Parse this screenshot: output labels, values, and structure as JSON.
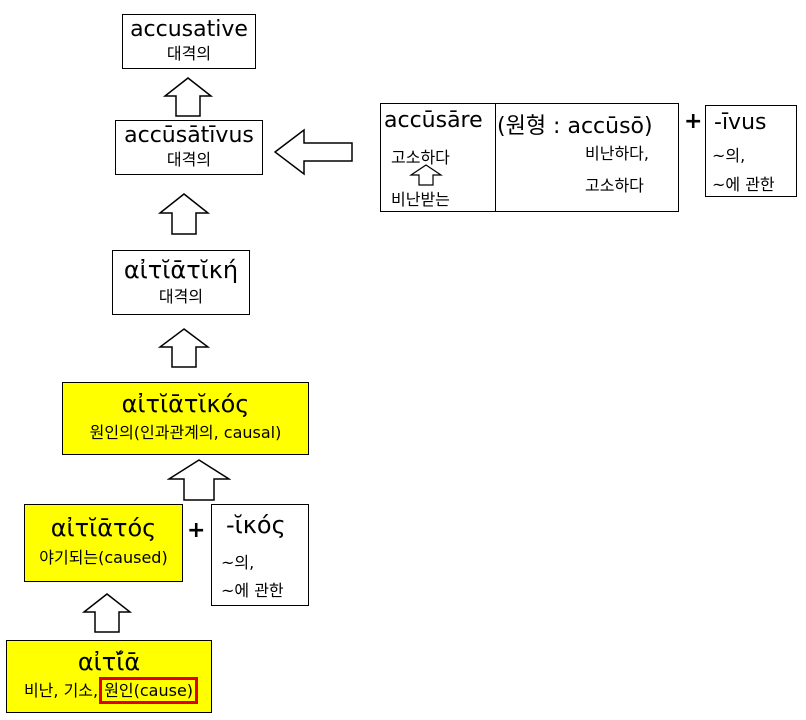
{
  "nodes": {
    "accusative": {
      "word": "accusative",
      "gloss": "대격의"
    },
    "accusativus": {
      "word": "accūsātīvus",
      "gloss": "대격의"
    },
    "aitiatike": {
      "word": "αἰτῐᾱτῐκή",
      "gloss": "대격의"
    },
    "aitiatikos": {
      "word": "αἰτῐᾱτῐκός",
      "gloss": "원인의(인과관계의, causal)"
    },
    "aitiatos": {
      "word": "αἰτῐᾱτός",
      "gloss": "야기되는(caused)"
    },
    "ikos": {
      "word": "-ῐκός",
      "gloss1": "~의,",
      "gloss2": "~에 관한"
    },
    "aitia": {
      "word": "αἰτῐ́ᾱ",
      "gloss_a": "비난, 기소, ",
      "gloss_b": "원인(cause)"
    },
    "accusare": {
      "word": "accūsāre",
      "paren": "(원형 : accūsō)",
      "gloss_left1": "고소하다",
      "gloss_left2": "비난받는",
      "gloss_right1": "비난하다,",
      "gloss_right2": "고소하다"
    },
    "ivus": {
      "word": "-īvus",
      "gloss1": "~의,",
      "gloss2": "~에 관한"
    }
  },
  "plus_signs": [
    "+",
    "+"
  ],
  "colors": {
    "highlight": "#ffff00",
    "emphasis_border": "#e00000",
    "arrow_stroke": "#000000",
    "arrow_fill": "#ffffff"
  }
}
